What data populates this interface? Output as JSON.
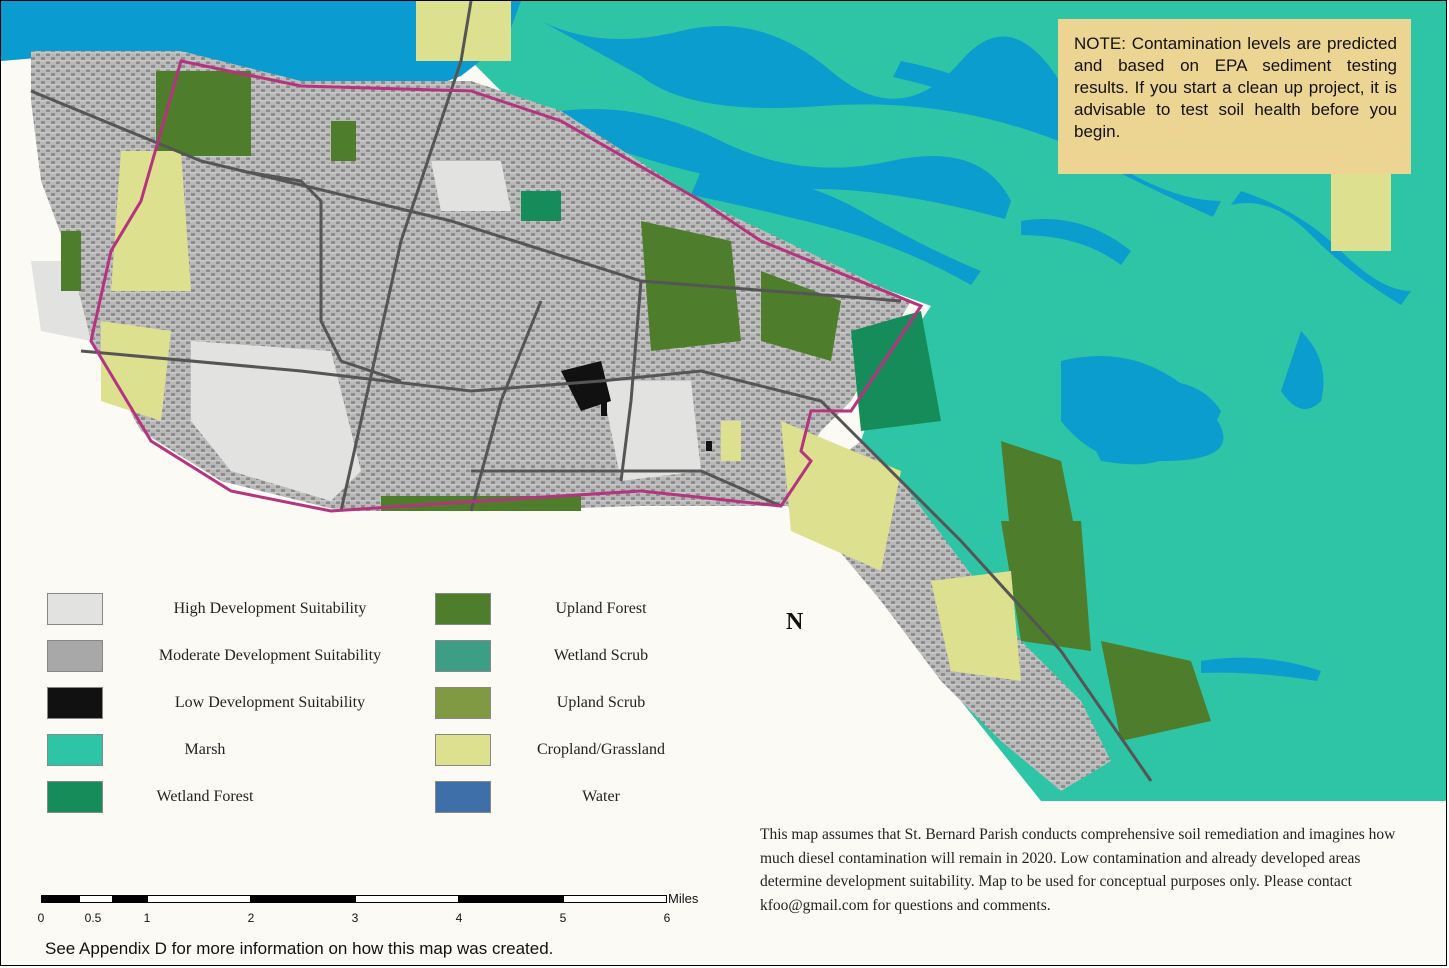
{
  "note": {
    "text": "NOTE: Contamination levels are predicted and based on EPA sediment testing results. If you start a clean up project, it is advisable to test soil health before you begin."
  },
  "legend": {
    "items": [
      {
        "label": "High Development Suitability",
        "color": "#e2e2e0"
      },
      {
        "label": "Moderate Development Suitability",
        "color": "#a8a8a8"
      },
      {
        "label": "Low Development Suitability",
        "color": "#111111"
      },
      {
        "label": "Marsh",
        "color": "#2ec4a6"
      },
      {
        "label": "Wetland Forest",
        "color": "#168c5a"
      },
      {
        "label": "Upland Forest",
        "color": "#4e7d2c"
      },
      {
        "label": "Wetland Scrub",
        "color": "#3d9e86"
      },
      {
        "label": "Upland Scrub",
        "color": "#7f9a43"
      },
      {
        "label": "Cropland/Grassland",
        "color": "#dde08e"
      },
      {
        "label": "Water",
        "color": "#3f6fa8"
      }
    ]
  },
  "north_arrow": {
    "label": "N"
  },
  "scale_bar": {
    "unit": "Miles",
    "ticks": [
      "0",
      "0.5",
      "1",
      "2",
      "3",
      "4",
      "5",
      "6"
    ]
  },
  "description": {
    "text": "This map assumes that St. Bernard Parish conducts comprehensive soil remediation and imagines how much diesel contamination will remain in 2020. Low contamination and already developed areas determine development suitability. Map to be used for conceptual purposes only. Please contact kfoo@gmail.com for questions and comments."
  },
  "footer": {
    "appendix_note": "See Appendix D for more information on how this map was created."
  },
  "colors": {
    "marsh": "#2ec4a6",
    "water": "#0a9bd0",
    "upland_forest": "#4e7d2c",
    "cropland": "#dde08e",
    "developed_high": "#e2e2e0",
    "developed_moderate": "#a8a8a8",
    "boundary": "#b5337f",
    "roads": "#555555"
  }
}
